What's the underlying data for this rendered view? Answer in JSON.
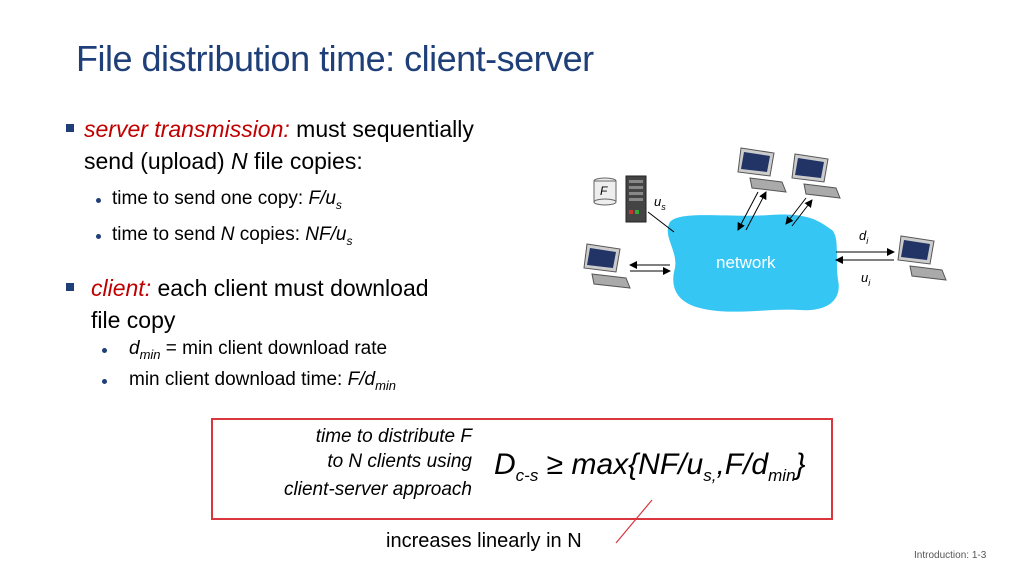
{
  "title": "File distribution time: client-server",
  "server": {
    "label": "server transmission:",
    "text1": " must sequentially",
    "text2a": "send (upload) ",
    "text2b": "N",
    "text2c": " file copies:",
    "sub1": "time to send one copy: ",
    "sub1_math": "F/u",
    "sub1_subscript": "s",
    "sub2a": "time to send ",
    "sub2b": "N",
    "sub2c": " copies: ",
    "sub2_math": "NF/u",
    "sub2_subscript": "s"
  },
  "client": {
    "label": "client:",
    "text1": " each client must download",
    "text2": "file copy",
    "sub1_d": "d",
    "sub1_subscript": "min",
    "sub1_text": " = min client download rate",
    "sub2_text": "min client download time: ",
    "sub2_math": "F/d",
    "sub2_subscript": "min"
  },
  "diagram": {
    "file_label": "F",
    "us_u": "u",
    "us_sub": "s",
    "network": "network",
    "di_d": "d",
    "di_sub": "i",
    "ui_u": "u",
    "ui_sub": "i",
    "cloud_color": "#35c6f4"
  },
  "formula_box": {
    "desc1": "time to  distribute F",
    "desc2": "to N clients using",
    "desc3": "client-server approach",
    "D": "D",
    "D_sub": "c-s",
    "ge": " ≥ ",
    "max": "max{NF/u",
    "max_sub1": "s,",
    "mid": ",F/d",
    "max_sub2": "min",
    "close": "}"
  },
  "note": "increases linearly in N",
  "footer": "Introduction: 1-3"
}
